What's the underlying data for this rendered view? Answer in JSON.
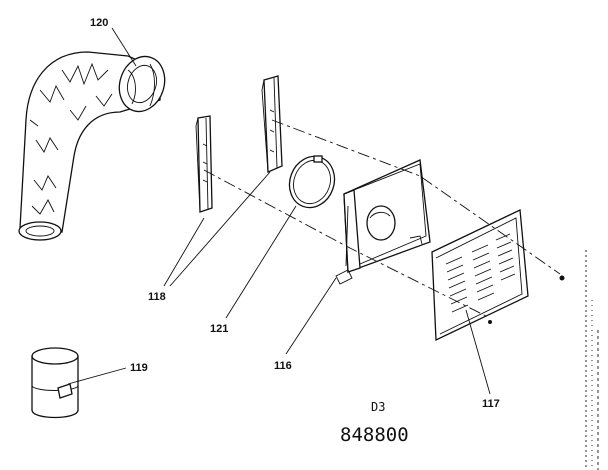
{
  "callouts": {
    "duct_elbow": "120",
    "brackets": "118",
    "hose_clamp": "121",
    "duct_collar": "119",
    "housing": "116",
    "grille": "117"
  },
  "section_label": "D3",
  "drawing_number": "848800",
  "colors": {
    "ink": "#111111",
    "paper": "#ffffff"
  }
}
